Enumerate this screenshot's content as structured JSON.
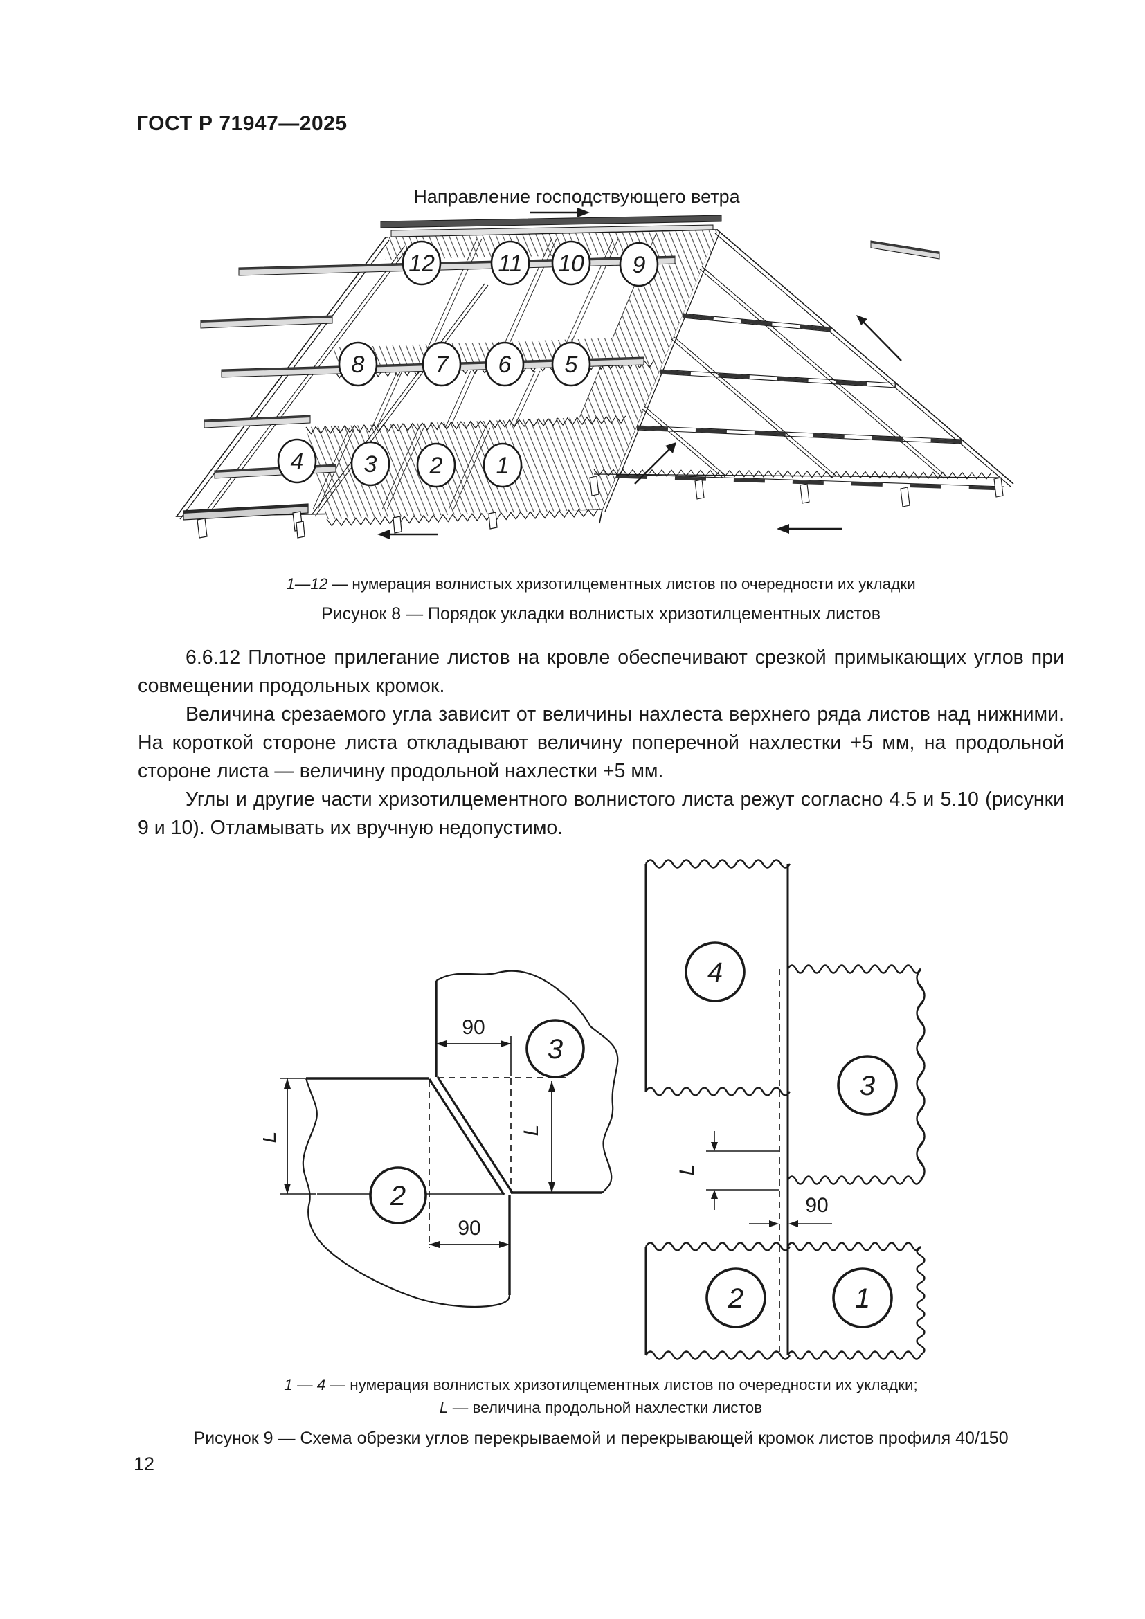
{
  "header": {
    "title": "ГОСТ Р 71947—2025"
  },
  "figure8": {
    "wind_label": "Направление господствующего ветра",
    "sheets": [
      "1",
      "2",
      "3",
      "4",
      "5",
      "6",
      "7",
      "8",
      "9",
      "10",
      "11",
      "12"
    ],
    "caption_lead": "1—12",
    "caption_rest": " — нумерация волнистых хризотилцементных листов по очередности их укладки",
    "title": "Рисунок 8 — Порядок укладки волнистых хризотилцементных листов"
  },
  "paragraphs": {
    "p1": "6.6.12  Плотное прилегание листов на кровле обеспечивают срезкой примыкающих углов при совмещении продольных кромок.",
    "p2": "Величина срезаемого угла зависит от величины нахлеста верхнего ряда листов над нижними. На короткой стороне листа откладывают величину поперечной нахлестки +5 мм, на продольной стороне листа — величину продольной нахлестки +5 мм.",
    "p3": "Углы и другие части хризотилцементного волнистого листа режут согласно 4.5 и 5.10 (рисунки 9 и 10). Отламывать их вручную недопустимо."
  },
  "figure9": {
    "dim_90": "90",
    "dim_L": "L",
    "sheets": [
      "1",
      "2",
      "3",
      "4"
    ],
    "caption_lead": "1 — 4",
    "caption_line1_rest": " — нумерация волнистых хризотилцементных листов по очередности их укладки;",
    "caption_line2_lead": "L",
    "caption_line2_rest": " — величина продольной нахлестки листов",
    "title": "Рисунок 9 — Схема обрезки углов перекрываемой и перекрывающей кромок листов профиля 40/150"
  },
  "page": {
    "number": "12"
  }
}
